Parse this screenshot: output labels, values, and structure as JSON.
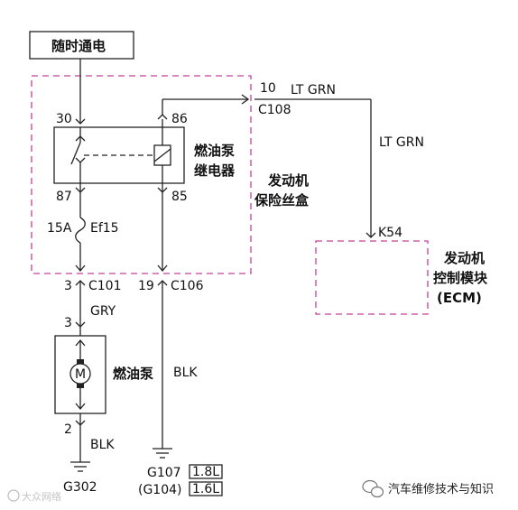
{
  "power_source": "随时通电",
  "relay": {
    "name_line1": "燃油泵",
    "name_line2": "继电器",
    "pin_30": "30",
    "pin_86": "86",
    "pin_87": "87",
    "pin_85": "85"
  },
  "fusebox": {
    "name_line1": "发动机",
    "name_line2": "保险丝盒"
  },
  "fuse": {
    "rating": "15A",
    "name": "Ef15"
  },
  "c108": {
    "pin": "10",
    "connector": "C108",
    "wire_color_top": "LT GRN",
    "wire_color_vertical": "LT GRN"
  },
  "ecm": {
    "pin": "K54",
    "name_line1": "发动机",
    "name_line2": "控制模块",
    "name_line3": "(ECM)"
  },
  "c101": {
    "pin": "3",
    "connector": "C101"
  },
  "c106": {
    "pin": "19",
    "connector": "C106"
  },
  "wire_gry": "GRY",
  "pump": {
    "pin_top": "3",
    "pin_bottom": "2",
    "motor_symbol": "M",
    "name": "燃油泵"
  },
  "wire_blk_pump": "BLK",
  "wire_blk_right": "BLK",
  "ground_left": "G302",
  "ground_right_1": "G107",
  "ground_right_2": "(G104)",
  "engine_1": "1.8L",
  "engine_2": "1.6L",
  "watermark_left": "大众网络",
  "watermark_right": "汽车维修技术与知识"
}
